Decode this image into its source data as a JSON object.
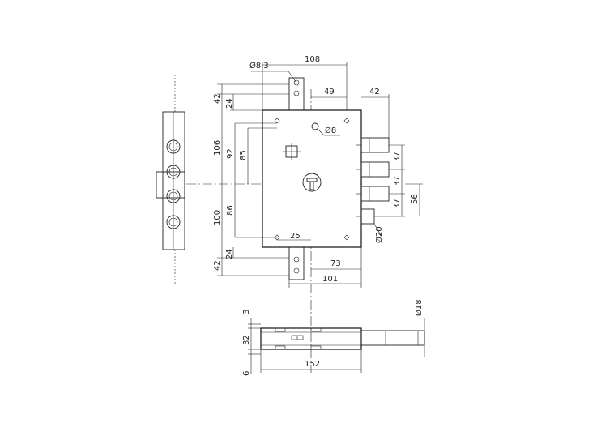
{
  "drawing": {
    "colors": {
      "line": "#222222",
      "background": "#ffffff"
    },
    "dimensions": {
      "hole_diameter": "Ø8,3",
      "top_width": "108",
      "top_offset": "49",
      "bolt_projection": "42",
      "top_fixing_height": "42",
      "top_fixing_offset": "24",
      "height_upper": "106",
      "height_upper_inner": "92",
      "height_upper_hole": "85",
      "screw_hole_diameter": "Ø8",
      "bolt_spacing_1": "37",
      "bolt_spacing_2": "37",
      "bolt_spacing_3": "37",
      "bolt_group": "56",
      "bolt_diameter": "Ø20",
      "height_lower": "100",
      "height_lower_inner": "86",
      "bottom_hole_offset": "25",
      "bottom_fixing_height": "42",
      "bottom_fixing_offset": "24",
      "backset": "73",
      "bottom_width": "101",
      "bolt_end_diameter": "Ø18",
      "case_top": "3",
      "case_thickness": "32",
      "case_bottom": "6",
      "case_length": "152"
    }
  }
}
